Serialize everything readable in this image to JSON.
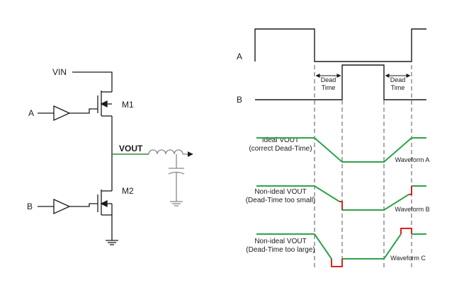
{
  "schematic": {
    "vin": "VIN",
    "m1": "M1",
    "m2": "M2",
    "input_a": "A",
    "input_b": "B",
    "vout": "VOUT"
  },
  "timing": {
    "signal_a": "A",
    "signal_b": "B",
    "dead_time_line1": "Dead",
    "dead_time_line2": "Time",
    "waveforms": [
      {
        "line1": "Ideal VOUT",
        "line2": "(correct Dead-Time)",
        "tag": "Waveform A"
      },
      {
        "line1": "Non-ideal VOUT",
        "line2": "(Dead-Time too small)",
        "tag": "Waveform B"
      },
      {
        "line1": "Non-ideal VOUT",
        "line2": "(Dead-Time too large)",
        "tag": "Waveform C"
      }
    ]
  },
  "colors": {
    "wire": "#1a1a1a",
    "vout_net": "#2e8b3e",
    "vout_trace": "#2fa24a",
    "error": "#d8241e",
    "guide": "#555555",
    "passive": "#888888"
  }
}
